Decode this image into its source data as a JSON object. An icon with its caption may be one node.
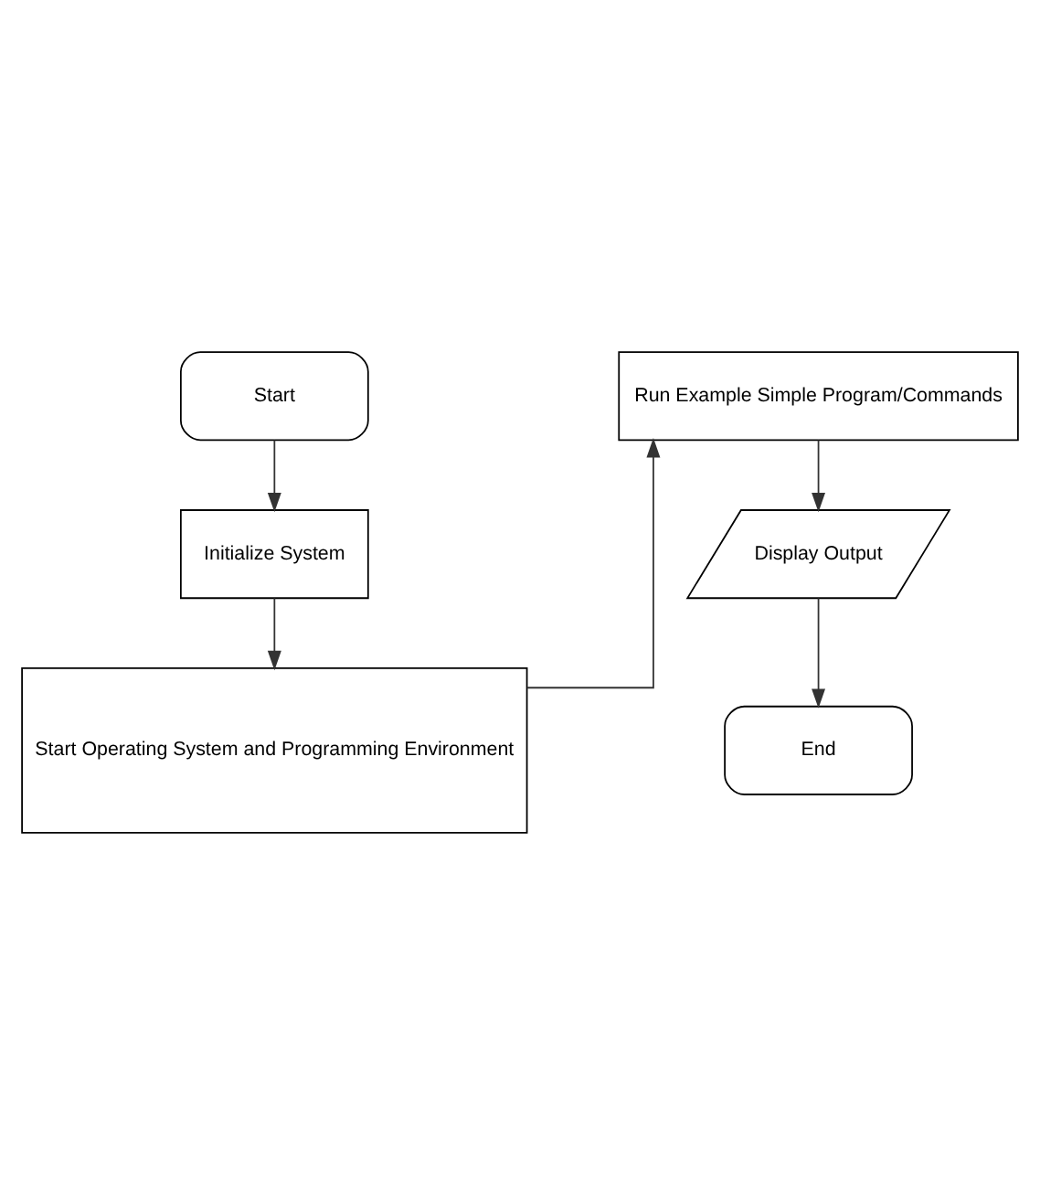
{
  "diagram": {
    "nodes": [
      {
        "text": [
          "Start"
        ]
      },
      {
        "text": [
          "Initialize System"
        ]
      },
      {
        "text": [
          "Start Operating System and Programming Environment"
        ]
      },
      {
        "text": [
          "Run Example Simple Program/Commands"
        ]
      },
      {
        "text": [
          "Display Output"
        ]
      },
      {
        "text": [
          "End"
        ]
      }
    ],
    "edges": [
      {
        "from": 0,
        "to": 1,
        "arrow": "to"
      },
      {
        "from": 1,
        "to": 2,
        "arrow": "to"
      },
      {
        "from": 2,
        "to": 3,
        "arrow": "to"
      },
      {
        "from": 3,
        "to": 4,
        "arrow": "to"
      },
      {
        "from": 4,
        "to": 5,
        "arrow": "to"
      }
    ]
  }
}
